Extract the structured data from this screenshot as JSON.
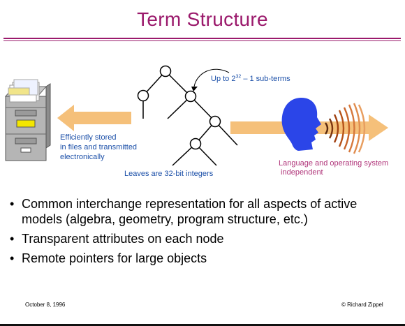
{
  "title": "Term Structure",
  "diagram": {
    "storage_caption": [
      "Efficiently stored",
      "in files and transmitted",
      "electronically"
    ],
    "leaves_caption": "Leaves are 32-bit integers",
    "subterms_caption": {
      "prefix": "Up to 2",
      "exponent": "32",
      "suffix": " – 1 sub-terms"
    },
    "language_caption": [
      "Language and operating system",
      " independent"
    ],
    "icons": [
      "file-cabinet-icon",
      "tree-icon",
      "head-icon",
      "sound-waves-icon",
      "arrow-icon"
    ],
    "colors": {
      "arrow": "#f5c07a",
      "head": "#2b45e8",
      "caption_blue": "#1b4fa8",
      "caption_pink": "#b0357a"
    }
  },
  "bullets": [
    "Common interchange representation for all aspects of active models (algebra, geometry, program structure, etc.)",
    "Transparent attributes on each node",
    "Remote pointers for large objects"
  ],
  "footer": {
    "date": "October 8, 1996",
    "copyright": "© Richard Zippel"
  },
  "colors": {
    "title": "#9b1a6c",
    "rule": "#9b1a6c"
  }
}
